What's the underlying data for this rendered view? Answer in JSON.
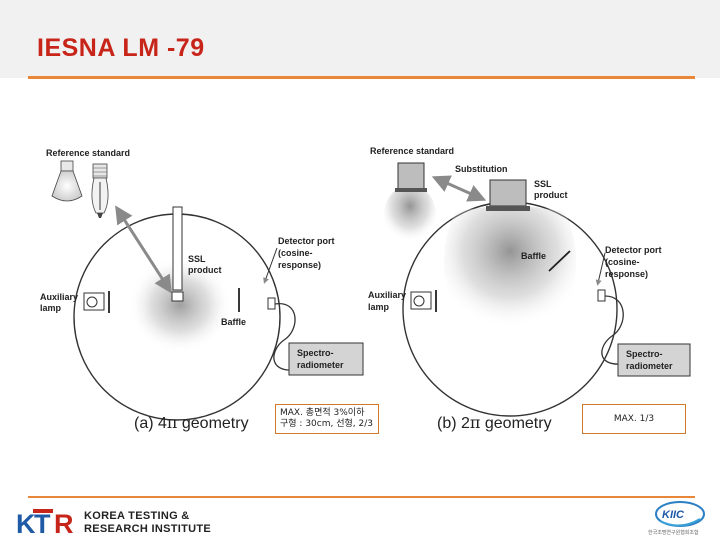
{
  "slide": {
    "title": "IESNA LM -79"
  },
  "figure_a": {
    "reference_standard": "Reference standard",
    "detector_port": [
      "Detector port",
      "(cosine-",
      "response)"
    ],
    "auxiliary_lamp": [
      "Auxiliary",
      "lamp"
    ],
    "ssl_product": [
      "SSL",
      "product"
    ],
    "baffle": "Baffle",
    "spectroradiometer": [
      "Spectro-",
      "radiometer"
    ],
    "caption_prefix": "(a) 4",
    "caption_symbol": "π",
    "caption_suffix": " geometry"
  },
  "figure_b": {
    "reference_standard": "Reference standard",
    "substitution": "Substitution",
    "ssl_product": [
      "SSL",
      "product"
    ],
    "baffle": "Baffle",
    "detector_port": [
      "Detector port",
      "(cosine-",
      "response)"
    ],
    "auxiliary_lamp": [
      "Auxiliary",
      "lamp"
    ],
    "spectroradiometer": [
      "Spectro-",
      "radiometer"
    ],
    "caption_prefix": "(b) 2",
    "caption_symbol": "π",
    "caption_suffix": " geometry"
  },
  "notes": {
    "note_a_line1": "MAX. 총면적 3%이하",
    "note_a_line2": "구형 : 30cm, 선형, 2/3",
    "note_b": "MAX. 1/3"
  },
  "footer": {
    "logo_letters": "KTR",
    "org_line1": "KOREA TESTING &",
    "org_line2": "RESEARCH INSTITUTE",
    "kiic_logo": "KIIC",
    "kiic_caption": "한국조명연구원협회조합"
  },
  "colors": {
    "title": "#c8251a",
    "rule": "#e8863a",
    "arrow": "#8a8a8a",
    "logo_blue": "#1f5aa6",
    "logo_red": "#c8251a"
  }
}
